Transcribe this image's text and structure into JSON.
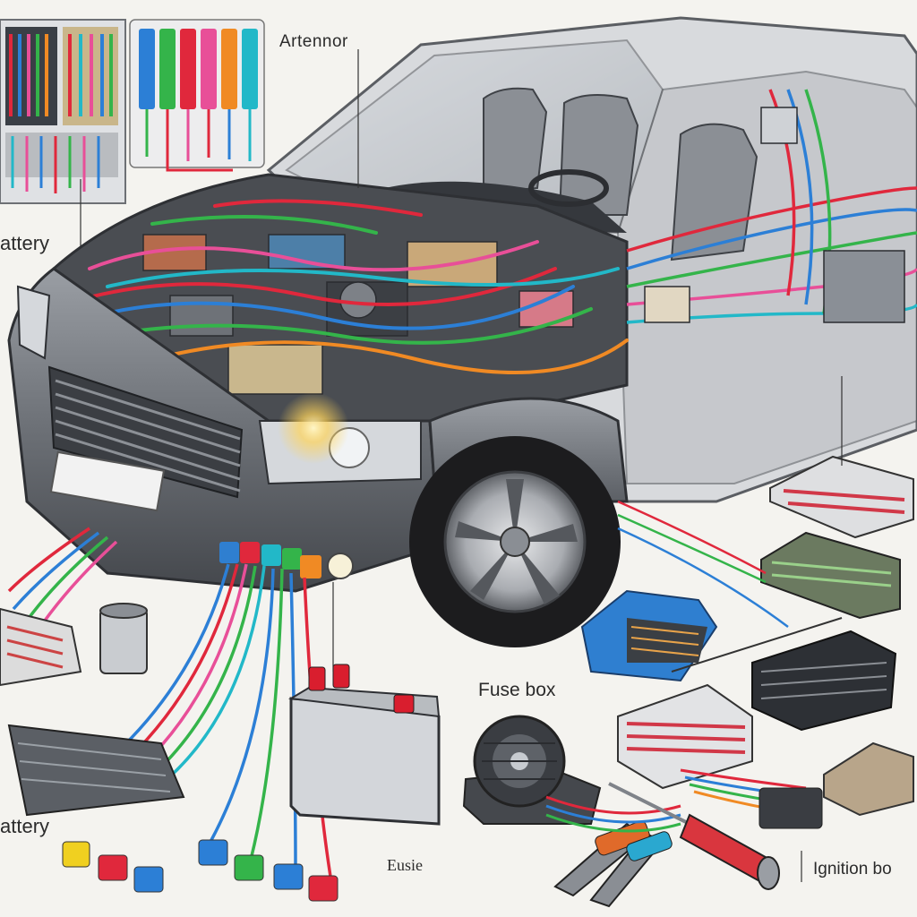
{
  "labels": {
    "alternator": "Artennor",
    "battery_top": "attery",
    "fuse_box": "Fuse box",
    "battery_bottom": "attery",
    "fuse": "Eusie",
    "ignition_box": "Ignition bo"
  },
  "colors": {
    "background": "#f4f3ef",
    "car_body": "#6f7378",
    "tire": "#1c1c1e",
    "wire_red": "#e0283c",
    "wire_blue": "#2c7fd6",
    "wire_green": "#34b44a",
    "wire_pink": "#e84f98",
    "wire_cyan": "#22b8c8",
    "wire_orange": "#f08a24",
    "connector_blue": "#2f7fd0"
  },
  "icons": [
    "car-cutaway-illustration",
    "fuse-panel-icon",
    "fuse-strip-icon",
    "battery-icon",
    "capacitor-icon",
    "cooling-fan-icon",
    "wire-connector-icon",
    "wire-stripper-icon",
    "screwdriver-icon",
    "relay-box-icon",
    "wiring-harness-icon"
  ]
}
